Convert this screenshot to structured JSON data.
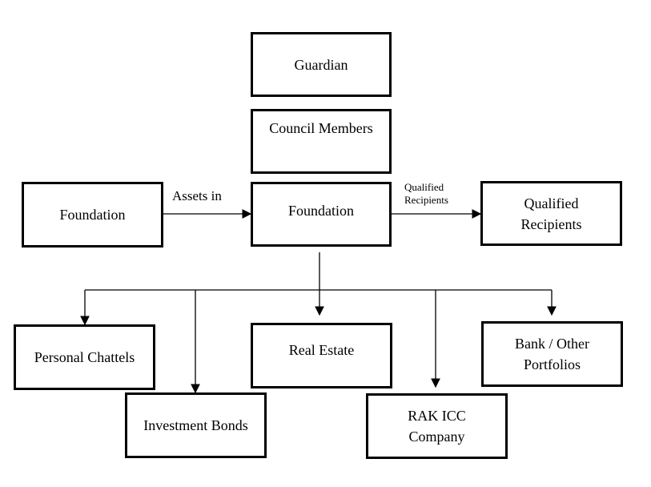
{
  "boxes": {
    "guardian": "Guardian",
    "council_members": "Council Members",
    "foundation_source": "Foundation",
    "foundation_main": "Foundation",
    "qualified_recipients": "Qualified Recipients",
    "personal_chattels": "Personal Chattels",
    "investment_bonds": "Investment Bonds",
    "real_estate": "Real Estate",
    "rak_icc_company": "RAK ICC Company",
    "bank_other_portfolios": "Bank / Other Portfolios"
  },
  "edge_labels": {
    "assets_in": "Assets in",
    "qualified_recipients_line1": "Qualified",
    "qualified_recipients_line2": "Recipients"
  }
}
